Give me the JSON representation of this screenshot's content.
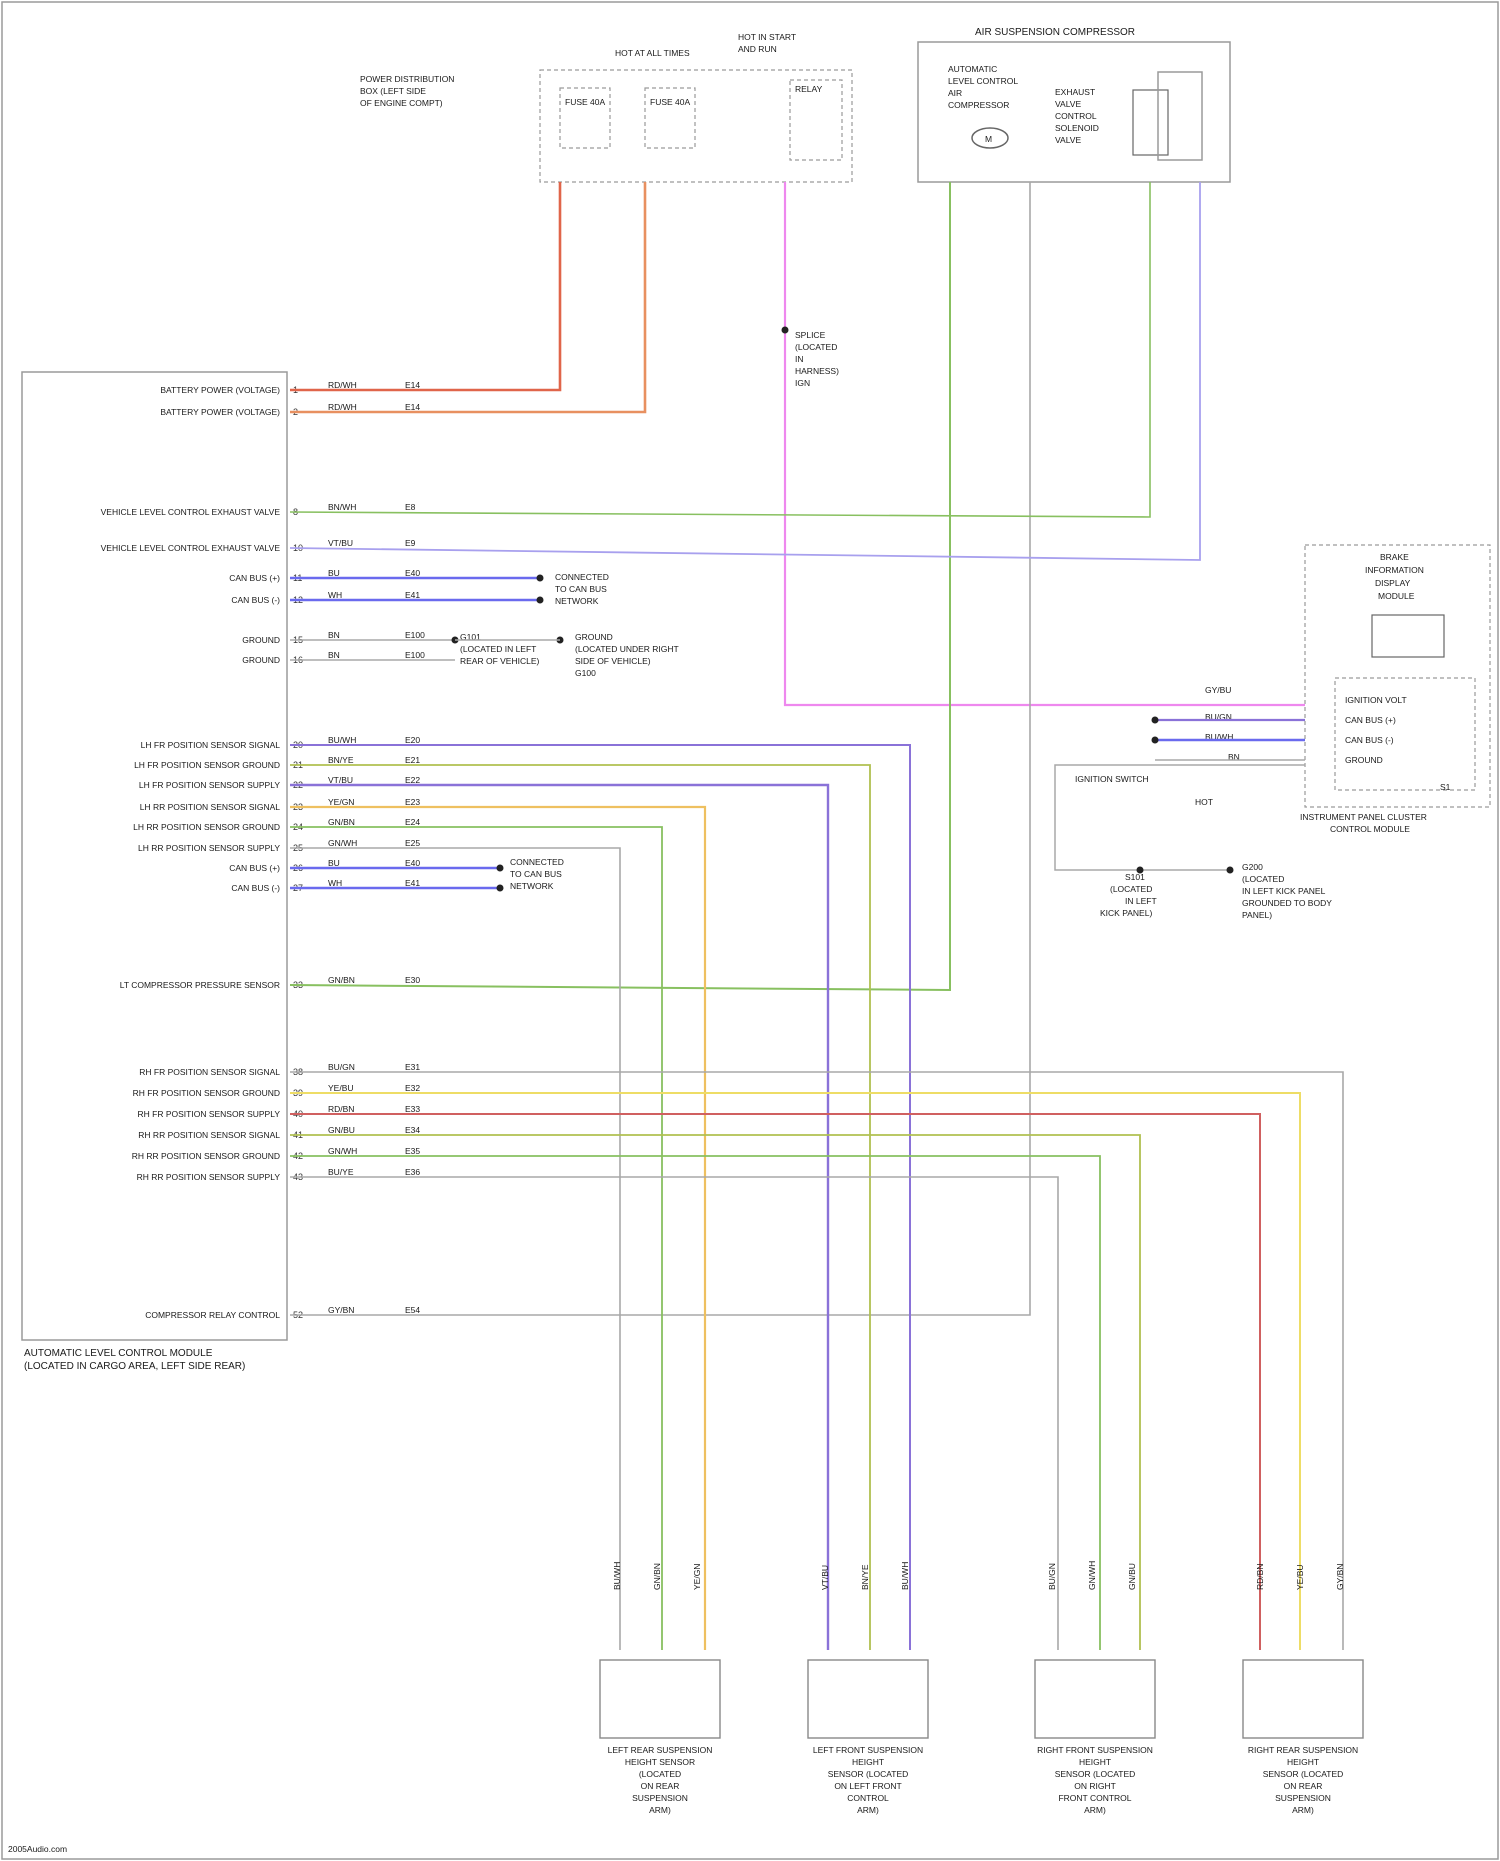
{
  "diagram": {
    "main_module": {
      "caption": [
        "AUTOMATIC LEVEL CONTROL MODULE",
        "(LOCATED IN CARGO AREA, LEFT SIDE REAR)"
      ],
      "pins": [
        {
          "pin": "1",
          "label": "BATTERY POWER (VOLTAGE)",
          "wire": "RD/WH",
          "circuit": "E14"
        },
        {
          "pin": "2",
          "label": "BATTERY POWER (VOLTAGE)",
          "wire": "RD/WH",
          "circuit": "E14"
        },
        {
          "pin": "8",
          "label": "VEHICLE LEVEL CONTROL EXHAUST VALVE",
          "wire": "BN/WH",
          "circuit": "E8"
        },
        {
          "pin": "10",
          "label": "VEHICLE LEVEL CONTROL EXHAUST VALVE",
          "wire": "VT/BU",
          "circuit": "E9"
        },
        {
          "pin": "11",
          "label": "CAN BUS (+)",
          "wire": "BU",
          "circuit": "E40"
        },
        {
          "pin": "12",
          "label": "CAN BUS (-)",
          "wire": "WH",
          "circuit": "E41"
        },
        {
          "pin": "15",
          "label": "GROUND",
          "wire": "BN",
          "circuit": "E100"
        },
        {
          "pin": "16",
          "label": "GROUND",
          "wire": "BN",
          "circuit": "E100"
        },
        {
          "pin": "20",
          "label": "LH FR POSITION SENSOR SIGNAL",
          "wire": "BU/WH",
          "circuit": "E20"
        },
        {
          "pin": "21",
          "label": "LH FR POSITION SENSOR GROUND",
          "wire": "BN/YE",
          "circuit": "E21"
        },
        {
          "pin": "22",
          "label": "LH FR POSITION SENSOR SUPPLY",
          "wire": "VT/BU",
          "circuit": "E22"
        },
        {
          "pin": "23",
          "label": "LH RR POSITION SENSOR SIGNAL",
          "wire": "YE/GN",
          "circuit": "E23"
        },
        {
          "pin": "24",
          "label": "LH RR POSITION SENSOR GROUND",
          "wire": "GN/BN",
          "circuit": "E24"
        },
        {
          "pin": "25",
          "label": "LH RR POSITION SENSOR SUPPLY",
          "wire": "GN/WH",
          "circuit": "E25"
        },
        {
          "pin": "26",
          "label": "CAN BUS (+)",
          "wire": "BU",
          "circuit": "E40"
        },
        {
          "pin": "27",
          "label": "CAN BUS (-)",
          "wire": "WH",
          "circuit": "E41"
        },
        {
          "pin": "33",
          "label": "LT COMPRESSOR PRESSURE SENSOR",
          "wire": "GN/BN",
          "circuit": "E30"
        },
        {
          "pin": "38",
          "label": "RH FR POSITION SENSOR SIGNAL",
          "wire": "BU/GN",
          "circuit": "E31"
        },
        {
          "pin": "39",
          "label": "RH FR POSITION SENSOR GROUND",
          "wire": "YE/BU",
          "circuit": "E32"
        },
        {
          "pin": "40",
          "label": "RH FR POSITION SENSOR SUPPLY",
          "wire": "RD/BN",
          "circuit": "E33"
        },
        {
          "pin": "41",
          "label": "RH RR POSITION SENSOR SIGNAL",
          "wire": "GN/BU",
          "circuit": "E34"
        },
        {
          "pin": "42",
          "label": "RH RR POSITION SENSOR GROUND",
          "wire": "GN/WH",
          "circuit": "E35"
        },
        {
          "pin": "43",
          "label": "RH RR POSITION SENSOR SUPPLY",
          "wire": "BU/YE",
          "circuit": "E36"
        },
        {
          "pin": "52",
          "label": "COMPRESSOR RELAY CONTROL",
          "wire": "GY/BN",
          "circuit": "E54"
        }
      ]
    },
    "fuse_box": {
      "title": [
        "POWER DISTRIBUTION",
        "BOX (LEFT SIDE",
        "OF ENGINE COMPT)"
      ],
      "fuse_a": "FUSE 40A",
      "fuse_b": "FUSE 40A",
      "top_label": [
        "HOT AT ALL TIMES"
      ],
      "top_label_2": [
        "HOT IN START",
        "AND RUN"
      ],
      "relay": "RELAY"
    },
    "compressor": {
      "title": "AIR SUSPENSION COMPRESSOR",
      "motor": [
        "AUTOMATIC",
        "LEVEL CONTROL",
        "AIR",
        "COMPRESSOR"
      ],
      "valve": [
        "EXHAUST",
        "VALVE",
        "CONTROL",
        "SOLENOID",
        "VALVE"
      ],
      "motor_symbol": "M"
    },
    "splice_labels": {
      "can_a": [
        "CONNECTED",
        "TO CAN BUS",
        "NETWORK"
      ],
      "ground": [
        "GROUND",
        "(LOCATED UNDER RIGHT",
        "SIDE OF VEHICLE)",
        "G100"
      ],
      "ground_dest": [
        "G101",
        "(LOCATED IN LEFT",
        "REAR OF VEHICLE)"
      ],
      "can_b": [
        "CONNECTED",
        "TO CAN BUS",
        "NETWORK"
      ],
      "ign_splice": [
        "SPLICE",
        "(LOCATED",
        "IN",
        "HARNESS)",
        "IGN"
      ]
    },
    "right_module": {
      "title": [
        "BRAKE",
        "INFORMATION",
        "DISPLAY",
        "MODULE"
      ],
      "pins": [
        "IGNITION VOLT",
        "CAN BUS (+)",
        "CAN BUS (-)",
        "GROUND"
      ],
      "wires": [
        "GY/BU",
        "BU/GN",
        "BU/WH",
        "BN"
      ],
      "caption": [
        "INSTRUMENT PANEL CLUSTER",
        "CONTROL MODULE"
      ],
      "ignition_note": "IGNITION SWITCH",
      "splice": "S1",
      "other_side": "HOT",
      "bottom_note_1": [
        "S101",
        "(LOCATED",
        "IN LEFT",
        "KICK PANEL)"
      ],
      "bottom_note_2": [
        "G200",
        "(LOCATED",
        "IN LEFT KICK PANEL",
        "GROUNDED TO BODY",
        "PANEL)"
      ]
    },
    "sensors": [
      {
        "title": [
          "LEFT REAR SUSPENSION",
          "HEIGHT SENSOR",
          "(LOCATED",
          "ON REAR",
          "SUSPENSION",
          "ARM)"
        ],
        "wires": [
          "BU/WH",
          "GN/BN",
          "YE/GN"
        ]
      },
      {
        "title": [
          "LEFT FRONT SUSPENSION",
          "HEIGHT",
          "SENSOR (LOCATED",
          "ON LEFT FRONT",
          "CONTROL",
          "ARM)"
        ],
        "wires": [
          "VT/BU",
          "BN/YE",
          "BU/WH"
        ]
      },
      {
        "title": [
          "RIGHT FRONT SUSPENSION",
          "HEIGHT",
          "SENSOR (LOCATED",
          "ON RIGHT",
          "FRONT CONTROL",
          "ARM)"
        ],
        "wires": [
          "BU/GN",
          "GN/WH",
          "GN/BU"
        ]
      },
      {
        "title": [
          "RIGHT REAR SUSPENSION",
          "HEIGHT",
          "SENSOR (LOCATED",
          "ON REAR",
          "SUSPENSION",
          "ARM)"
        ],
        "wires": [
          "RD/BN",
          "YE/BU",
          "GY/BN"
        ]
      }
    ],
    "colors": {
      "red": "#e0654a",
      "orange": "#e89060",
      "pink": "#ee88ee",
      "green": "#88c060",
      "gray": "#a8a8a8",
      "purple": "#8a72d8",
      "blue": "#6a6aee",
      "lavender": "#a8a0ee",
      "yellow": "#eedd66",
      "orangeyellow": "#eec060",
      "olive": "#b0c050",
      "darkred": "#d06060"
    },
    "footer": "2005Audio.com"
  }
}
